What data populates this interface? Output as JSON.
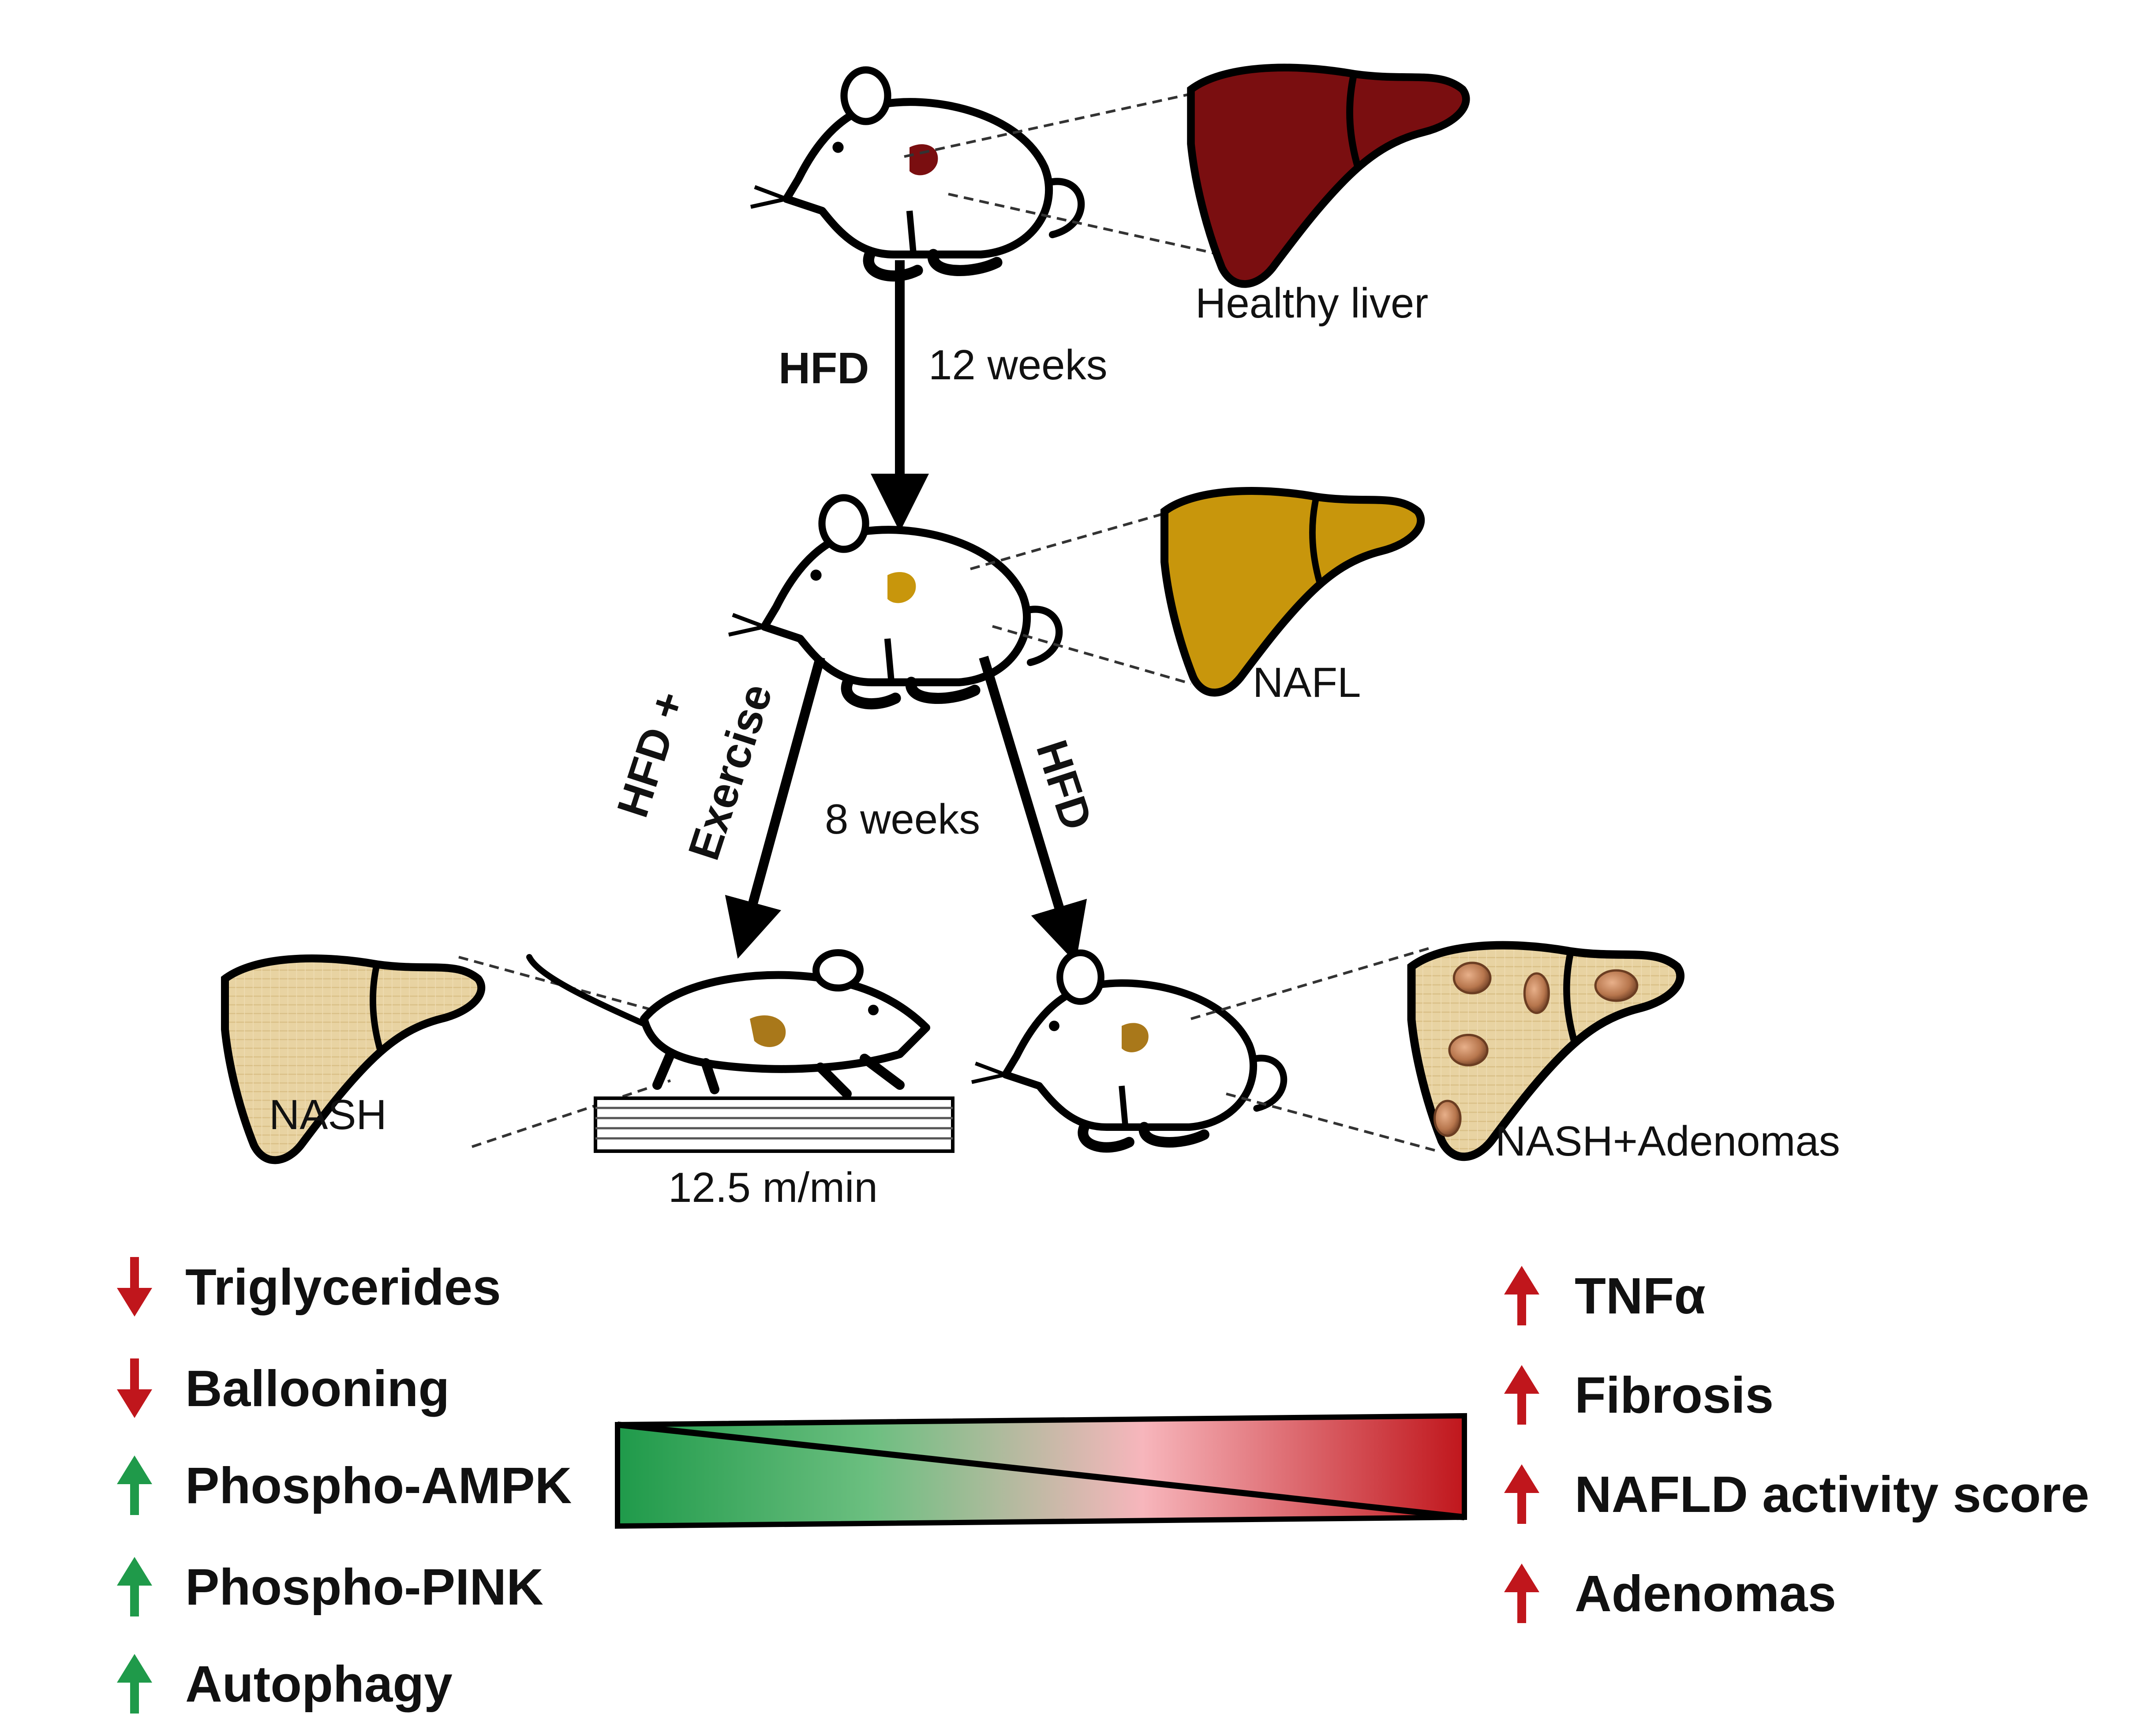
{
  "labels": {
    "healthy_liver": "Healthy liver",
    "nafl": "NAFL",
    "nash": "NASH",
    "nash_adenomas": "NASH+Adenomas",
    "hfd_top": "HFD",
    "weeks_12": "12 weeks",
    "hfd_exercise_1": "HFD +",
    "hfd_exercise_2": "Exercise",
    "weeks_8": "8 weeks",
    "hfd_right": "HFD",
    "speed": "12.5 m/min"
  },
  "left_effects": [
    {
      "text": "Triglycerides",
      "direction": "down",
      "color": "#c0161c"
    },
    {
      "text": "Ballooning",
      "direction": "down",
      "color": "#c0161c"
    },
    {
      "text": "Phospho-AMPK",
      "direction": "up",
      "color": "#1f9a4a"
    },
    {
      "text": "Phospho-PINK",
      "direction": "up",
      "color": "#1f9a4a"
    },
    {
      "text": "Autophagy",
      "direction": "up",
      "color": "#1f9a4a"
    }
  ],
  "right_effects": [
    {
      "text": "TNFα",
      "direction": "up",
      "color": "#c0161c"
    },
    {
      "text": "Fibrosis",
      "direction": "up",
      "color": "#c0161c"
    },
    {
      "text": "NAFLD activity score",
      "direction": "up",
      "color": "#c0161c"
    },
    {
      "text": "Adenomas",
      "direction": "up",
      "color": "#c0161c"
    }
  ],
  "colors": {
    "healthy_liver": "#7a0e10",
    "nafl_liver": "#c8960c",
    "nash_liver": "#e6cf9a",
    "gradient_green": "#1f9a4a",
    "gradient_pink": "#f7b6bc",
    "gradient_red": "#c0161c"
  }
}
